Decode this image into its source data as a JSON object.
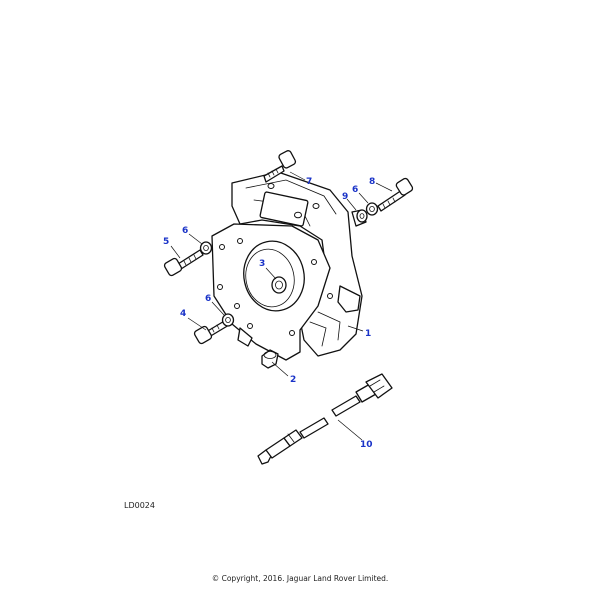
{
  "diagram": {
    "reference": "LD0024",
    "copyright": "© Copyright, 2016. Jaguar Land Rover Limited.",
    "callout_color": "#1a33c8",
    "callouts": [
      "1",
      "2",
      "3",
      "4",
      "5",
      "6",
      "6",
      "6",
      "7",
      "8",
      "9",
      "10"
    ]
  }
}
